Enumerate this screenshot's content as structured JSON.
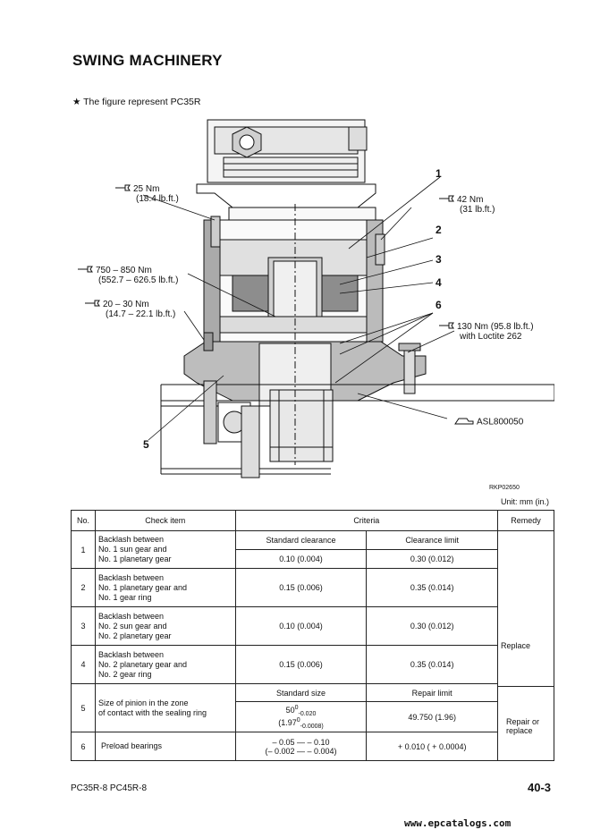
{
  "page": {
    "title": "SWING MACHINERY",
    "note": "★  The figure represent PC35R",
    "figure_code": "RKP02650",
    "unit_note": "Unit: mm (in.)",
    "footer_models": "PC35R-8    PC45R-8",
    "page_number": "40-3",
    "watermark": "www.epcatalogs.com"
  },
  "diagram": {
    "torques": [
      {
        "line1": "25 Nm",
        "line2": "(18.4 lb.ft.)"
      },
      {
        "line1": "42 Nm",
        "line2": "(31 lb.ft.)"
      },
      {
        "line1": "750 – 850 Nm",
        "line2": "(552.7 – 626.5 lb.ft.)"
      },
      {
        "line1": "20 – 30 Nm",
        "line2": "(14.7 – 22.1 lb.ft.)"
      },
      {
        "line1": "130 Nm (95.8 lb.ft.)",
        "line2": "with Loctite 262"
      }
    ],
    "sealant": "ASL800050",
    "callouts": [
      "1",
      "2",
      "3",
      "4",
      "5",
      "6"
    ]
  },
  "table": {
    "headers": {
      "no": "No.",
      "check": "Check item",
      "criteria": "Criteria",
      "remedy": "Remedy"
    },
    "sub1": {
      "a": "Standard clearance",
      "b": "Clearance limit"
    },
    "sub2": {
      "a": "Standard size",
      "b": "Repair limit"
    },
    "rows": [
      {
        "no": "1",
        "item": [
          "Backlash between",
          "No. 1 sun gear and",
          "No. 1 planetary gear"
        ],
        "std": "0.10 (0.004)",
        "limit": "0.30 (0.012)"
      },
      {
        "no": "2",
        "item": [
          "Backlash between",
          "No. 1 planetary gear and",
          "No. 1 gear ring"
        ],
        "std": "0.15 (0.006)",
        "limit": "0.35 (0.014)"
      },
      {
        "no": "3",
        "item": [
          "Backlash between",
          "No. 2 sun gear and",
          "No. 2 planetary gear"
        ],
        "std": "0.10 (0.004)",
        "limit": "0.30 (0.012)"
      },
      {
        "no": "4",
        "item": [
          "Backlash between",
          "No. 2 planetary gear and",
          "No. 2 gear ring"
        ],
        "std": "0.15 (0.006)",
        "limit": "0.35 (0.014)"
      },
      {
        "no": "5",
        "item": [
          "Size of pinion in the zone",
          "of contact with the sealing ring"
        ],
        "std_main": "50",
        "std_sup": "0",
        "std_sub": "-0.020",
        "std2_main": "(1.97",
        "std2_sup": "0",
        "std2_sub": "-0.0008)",
        "limit": "49.750 (1.96)"
      },
      {
        "no": "6",
        "item": [
          "Preload bearings"
        ],
        "std_l1": "– 0.05 —  – 0.10",
        "std_l2": "(– 0.002 —  – 0.004)",
        "limit": "+ 0.010 ( + 0.0004)"
      }
    ],
    "remedy1": "Replace",
    "remedy2": "Repair or replace"
  }
}
